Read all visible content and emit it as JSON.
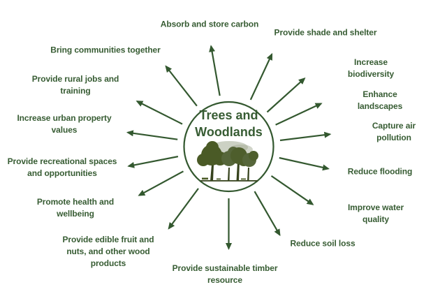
{
  "diagram": {
    "center": {
      "label": "Trees and\nWoodlands",
      "illustration": "trees-copse"
    },
    "colors": {
      "accent_green": "#33582f",
      "label_green": "#375c33",
      "foliage_dark": "#4a5a26",
      "foliage_mid": "#56663a",
      "foliage_back": "#a3ac93",
      "background": "#ffffff"
    },
    "benefits": [
      {
        "id": "absorb-and-store-carbon",
        "label": "Absorb and store carbon"
      },
      {
        "id": "provide-shade-and-shelter",
        "label": "Provide shade and shelter"
      },
      {
        "id": "increase-biodiversity",
        "label": "Increase biodiversity"
      },
      {
        "id": "enhance-landscapes",
        "label": "Enhance landscapes"
      },
      {
        "id": "capture-air-pollution",
        "label": "Capture air pollution"
      },
      {
        "id": "reduce-flooding",
        "label": "Reduce flooding"
      },
      {
        "id": "improve-water-quality",
        "label": "Improve water quality"
      },
      {
        "id": "reduce-soil-loss",
        "label": "Reduce soil loss"
      },
      {
        "id": "provide-sustainable-timber-resource",
        "label": "Provide sustainable timber\nresource"
      },
      {
        "id": "provide-edible-fruit-nuts-wood-products",
        "label": "Provide edible fruit and\nnuts, and other wood\nproducts"
      },
      {
        "id": "promote-health-and-wellbeing",
        "label": "Promote health and\nwellbeing"
      },
      {
        "id": "provide-recreational-spaces-and-opportunities",
        "label": "Provide recreational spaces\nand opportunities"
      },
      {
        "id": "increase-urban-property-values",
        "label": "Increase urban property\nvalues"
      },
      {
        "id": "provide-rural-jobs-and-training",
        "label": "Provide rural jobs and\ntraining"
      },
      {
        "id": "bring-communities-together",
        "label": "Bring communities together"
      }
    ]
  }
}
